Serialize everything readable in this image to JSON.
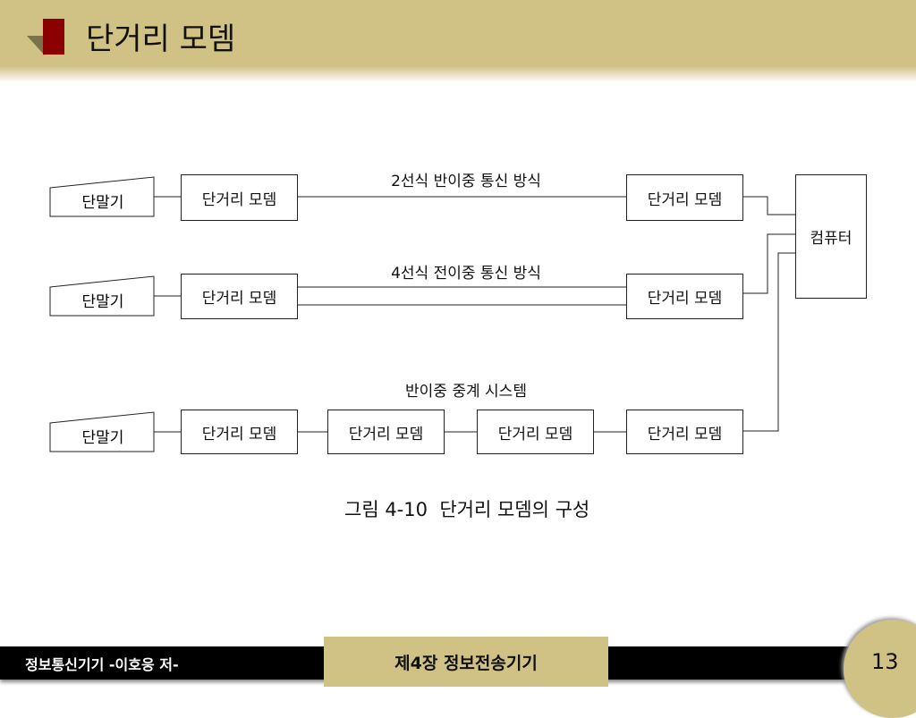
{
  "header": {
    "title": "단거리 모뎀"
  },
  "diagram": {
    "terminal": "단말기",
    "modem": "단거리 모뎀",
    "computer": "컴퓨터",
    "row1_label": "2선식 반이중 통신 방식",
    "row2_label": "4선식 전이중 통신 방식",
    "row3_label": "반이중 중계 시스템",
    "caption": "그림 4-10  단거리 모뎀의 구성"
  },
  "footer": {
    "author": "정보통신기기  -이호웅 저-",
    "chapter": "제4장 정보전송기기",
    "page": "13"
  }
}
